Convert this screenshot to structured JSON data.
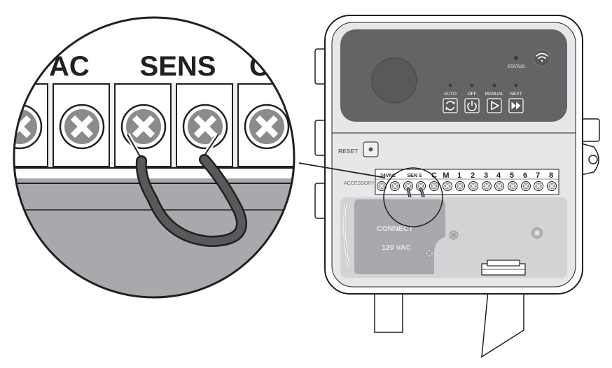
{
  "zoom": {
    "labels": [
      "AC",
      "SENS",
      "C"
    ]
  },
  "device": {
    "status_label": "STATUS",
    "buttons": [
      {
        "label": "AUTO",
        "icon": "sync-icon"
      },
      {
        "label": "OFF",
        "icon": "power-icon"
      },
      {
        "label": "MANUAL",
        "icon": "play-icon"
      },
      {
        "label": "NEXT",
        "icon": "fast-forward-icon"
      }
    ],
    "reset_label": "RESET",
    "accessory_label": "ACCESSORY",
    "terminals": [
      "24VAC",
      "SEN S",
      "C",
      "M",
      "1",
      "2",
      "3",
      "4",
      "5",
      "6",
      "7",
      "8"
    ],
    "cover_text_1": "CONNECT",
    "cover_text_2": "120 VAC"
  },
  "colors": {
    "panel_dark": "#636466",
    "body_light": "#e6e7e8",
    "outline": "#231f20",
    "terminal_block": "#f1f1f2",
    "screw": "#8a8b8d",
    "wire": "#58595b"
  }
}
